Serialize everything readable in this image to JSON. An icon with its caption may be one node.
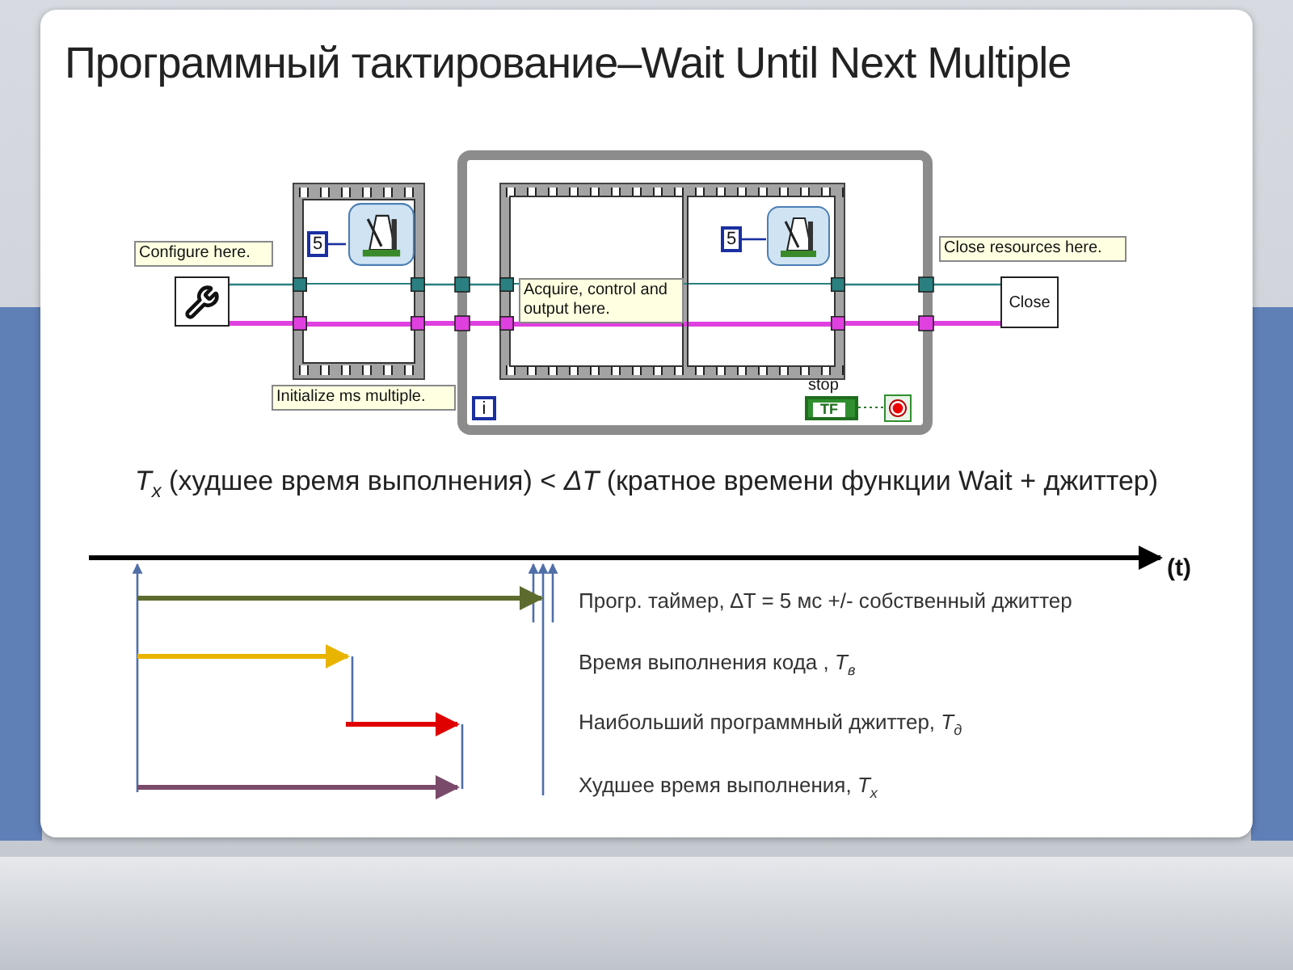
{
  "diagram": {
    "title": "Программный тактирование–Wait Until Next Multiple",
    "nodes": [
      {
        "text": [],
        "shape": "box"
      },
      {
        "text": [],
        "shape": "box"
      },
      {
        "text": [
          "5"
        ],
        "in": 1
      },
      {
        "text": [],
        "shape": "picture",
        "in": 1
      },
      {
        "text": [],
        "shape": "box"
      },
      {
        "text": [],
        "shape": "box",
        "in": 4
      },
      {
        "text": [],
        "shape": "box",
        "in": 5
      },
      {
        "text": [],
        "shape": "box",
        "in": 5
      },
      {
        "text": [
          "5"
        ],
        "in": 7
      },
      {
        "text": [],
        "shape": "picture",
        "in": 7
      },
      {
        "text": [
          "Close"
        ]
      },
      {
        "text": [
          "TF"
        ],
        "beside": [
          "stop"
        ],
        "in": 4
      },
      {
        "text": [],
        "shape": "box",
        "in": 4
      },
      {
        "text": [
          "i"
        ],
        "in": 4
      }
    ],
    "edges": [
      {
        "from": 0,
        "to": 1,
        "arrow": "other",
        "color": "#2a8080"
      },
      {
        "from": 1,
        "to": 5,
        "arrow": "other",
        "color": "#2a8080"
      },
      {
        "from": 5,
        "to": 10,
        "arrow": "other",
        "color": "#2a8080"
      },
      {
        "from": 0,
        "to": 1,
        "arrow": "other",
        "style": "thick",
        "color": "#e040e0"
      },
      {
        "from": 1,
        "to": 5,
        "arrow": "other",
        "style": "thick",
        "color": "#e040e0"
      },
      {
        "from": 5,
        "to": 10,
        "arrow": "other",
        "style": "thick",
        "color": "#e040e0"
      },
      {
        "from": 2,
        "to": 3,
        "arrow": "none",
        "color": "#1a2fa0"
      },
      {
        "from": 8,
        "to": 9,
        "arrow": "none",
        "color": "#1a2fa0"
      },
      {
        "from": 11,
        "to": 12,
        "arrow": "none",
        "style": "dashed",
        "color": "#2a7a2a"
      }
    ],
    "labels": [
      "Configure here.",
      "Close resources here.",
      "Acquire, control and output here.",
      "Initialize ms multiple.",
      "*T*$_{x}$ (худшее время выполнения) < *ΔT* (кратное времени функции Wait + джиттер)",
      "(t)",
      "Прогр. таймер, ∆T = 5 мс +/- собственный джиттер",
      "Время выполнения кода , *T*$_{в}$",
      "Наибольший программный джиттер, *T*$_{д}$",
      "Худшее время выполнения, *T*$_{x}$"
    ]
  }
}
